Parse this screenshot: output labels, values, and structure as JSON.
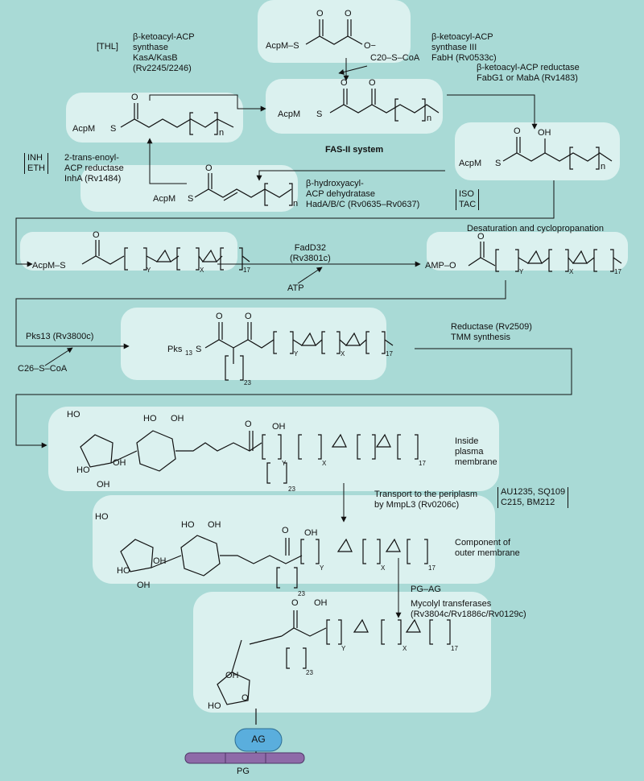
{
  "cycle": {
    "thl_inhibitor": "[THL]",
    "kas": [
      "β-ketoacyl-ACP",
      "synthase",
      "KasA/KasB",
      "(Rv2245/2246)"
    ],
    "fabh": [
      "β-ketoacyl-ACP",
      "synthase III",
      "FabH (Rv0533c)"
    ],
    "c20_coa": "C20–S–CoA",
    "fabg": [
      "β-ketoacyl-ACP reductase",
      "FabG1 or MabA (Rv1483)"
    ],
    "fas_title": "FAS-II system",
    "inh_eth": [
      "INH",
      "ETH"
    ],
    "inha": [
      "2-trans-enoyl-",
      "ACP reductase",
      "InhA (Rv1484)"
    ],
    "had": [
      "β-hydroxyacyl-",
      "ACP dehydratase",
      "HadA/B/C (Rv0635–Rv0637)"
    ],
    "iso_tac": [
      "ISO",
      "TAC"
    ]
  },
  "steps": {
    "desaturation": "Desaturation and cyclopropanation",
    "fadd32": [
      "FadD32",
      "(Rv3801c)"
    ],
    "atp": "ATP",
    "pks13": "Pks13 (Rv3800c)",
    "c26_coa": "C26–S–CoA",
    "reductase": [
      "Reductase (Rv2509)",
      "TMM synthesis"
    ],
    "inside": [
      "Inside",
      "plasma",
      "membrane"
    ],
    "transport": [
      "Transport to the periplasm",
      "by MmpL3 (Rv0206c)"
    ],
    "mmpl3_inhibitors": [
      "AU1235, SQ109",
      "C215, BM212"
    ],
    "outer": [
      "Component of",
      "outer membrane"
    ],
    "pg_ag": "PG–AG",
    "mycolyl": [
      "Mycolyl transferases",
      "(Rv3804c/Rv1886c/Rv0129c)"
    ],
    "ag": "AG",
    "pg": "PG"
  },
  "chem": {
    "acpm_s": "AcpM–S",
    "acpm": "AcpM",
    "s": "S",
    "o": "O",
    "o_minus": "O−",
    "oh": "OH",
    "ho": "HO",
    "amp_o": "AMP–O",
    "pks": "Pks",
    "pks_sub": "13",
    "n": "n",
    "y": "Y",
    "x": "X",
    "n17": "17",
    "n23": "23"
  },
  "colors": {
    "background": "#a9dad6",
    "highlight": "#e4f5f3",
    "ag_capsule": "#5aaedd",
    "pg_bar": "#8e6aa8"
  }
}
